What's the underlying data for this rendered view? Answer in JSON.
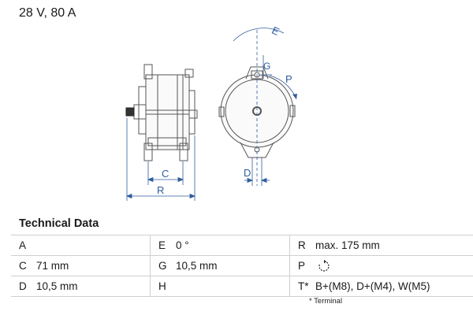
{
  "header": {
    "title": "28 V, 80 A"
  },
  "drawing": {
    "labels": {
      "E": "E",
      "G": "G",
      "P": "P",
      "C": "C",
      "R": "R",
      "D": "D"
    },
    "line_color": "#555555",
    "dim_color": "#2f5c9e"
  },
  "section": {
    "title": "Technical Data"
  },
  "table": {
    "rows": [
      {
        "k1": "A",
        "v1": "",
        "k2": "E",
        "v2": "0 °",
        "k3": "R",
        "v3": "max. 175 mm"
      },
      {
        "k1": "C",
        "v1": "71 mm",
        "k2": "G",
        "v2": "10,5 mm",
        "k3": "P",
        "v3": "",
        "v3_icon": "clockwise-rotation-icon"
      },
      {
        "k1": "D",
        "v1": "10,5 mm",
        "k2": "H",
        "v2": "",
        "k3": "T*",
        "v3": "B+(M8), D+(M4), W(M5)"
      }
    ]
  },
  "footnote": "* Terminal"
}
